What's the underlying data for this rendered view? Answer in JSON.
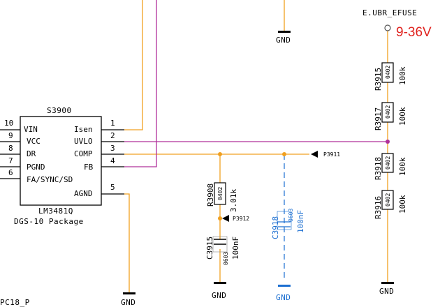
{
  "colors": {
    "net_orange": "#f0a020",
    "net_magenta": "#b0309a",
    "dnp_blue": "#1c6fd1",
    "voltage_red": "#e0231f",
    "wire_black": "#000000"
  },
  "ic": {
    "refdes": "S3900",
    "part": "LM3481Q",
    "package": "DGS-10 Package",
    "left_pins": [
      {
        "num": "10",
        "name": "VIN"
      },
      {
        "num": "9",
        "name": "VCC"
      },
      {
        "num": "8",
        "name": "DR"
      },
      {
        "num": "7",
        "name": "PGND"
      },
      {
        "num": "6",
        "name": "FA/SYNC/SD"
      }
    ],
    "right_pins": [
      {
        "num": "1",
        "name": "Isen"
      },
      {
        "num": "2",
        "name": "UVLO"
      },
      {
        "num": "3",
        "name": "COMP"
      },
      {
        "num": "4",
        "name": "FB"
      },
      {
        "num": "5",
        "name": "AGND"
      }
    ]
  },
  "power": {
    "net": "E.UBR_EFUSE",
    "voltage": "9-36V"
  },
  "resistors": [
    {
      "ref": "R3915",
      "pkg": "0402",
      "value": "100k"
    },
    {
      "ref": "R3917",
      "pkg": "0402",
      "value": "100k"
    },
    {
      "ref": "R3918",
      "pkg": "0402",
      "value": "100k"
    },
    {
      "ref": "R3916",
      "pkg": "0402",
      "value": "100k"
    },
    {
      "ref": "R3908",
      "pkg": "0402",
      "value": "3.01k"
    }
  ],
  "capacitors": [
    {
      "ref": "C3915",
      "pkg": "0603",
      "value": "100nF"
    },
    {
      "ref": "C3918",
      "pkg": "0603",
      "value": "100nF"
    }
  ],
  "test_points": [
    "P3911",
    "P3912"
  ],
  "gnd_label": "GND",
  "offpage_label": "PC18_P"
}
